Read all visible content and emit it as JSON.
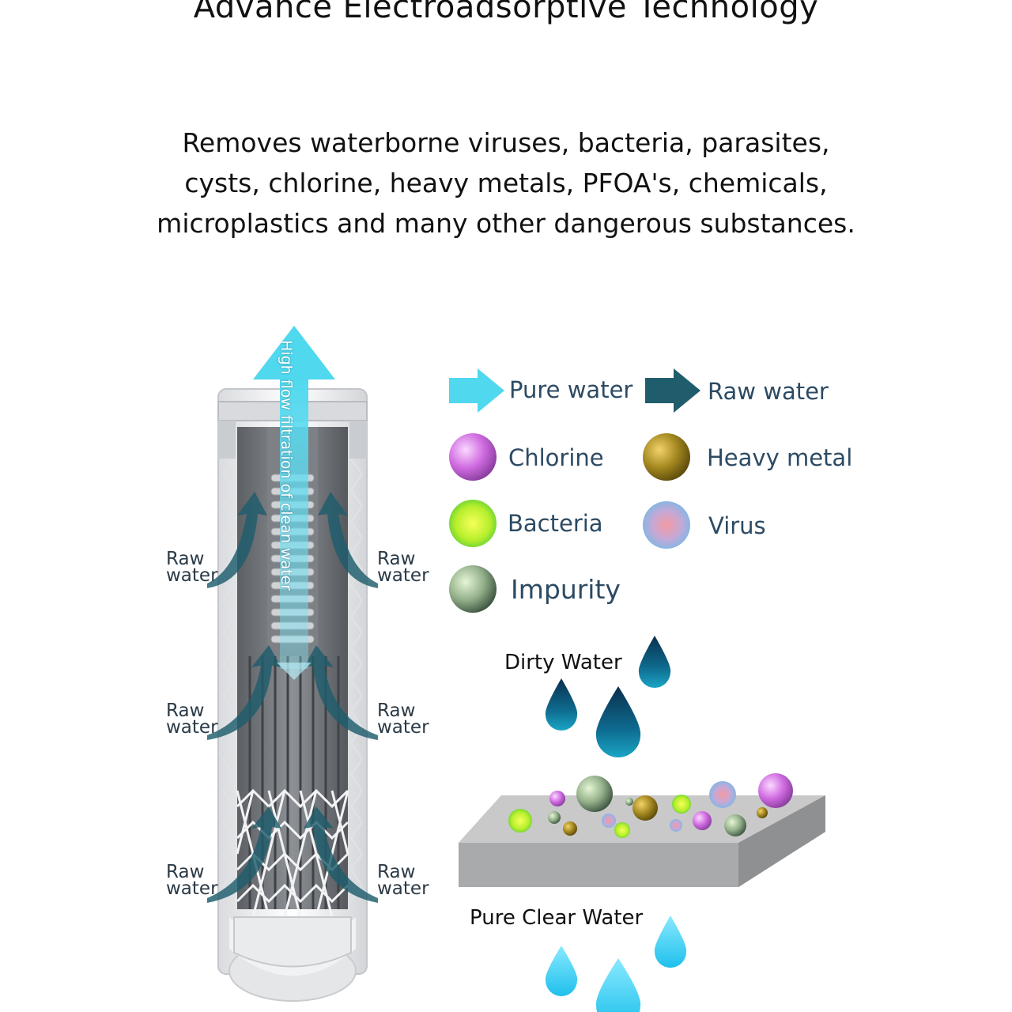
{
  "title": "Advance Electroadsorptive Technology",
  "description": [
    "Removes waterborne viruses, bacteria, parasites,",
    "cysts, chlorine, heavy metals, PFOA's, chemicals,",
    "microplastics and many other dangerous substances."
  ],
  "filter": {
    "flow_label": "High flow filtration of clean water",
    "raw_water_line1": "Raw",
    "raw_water_line2": "water"
  },
  "legend": {
    "pure_water": "Pure water",
    "raw_water": "Raw water",
    "chlorine": "Chlorine",
    "heavy_metal": "Heavy metal",
    "bacteria": "Bacteria",
    "virus": "Virus",
    "impurity": "Impurity"
  },
  "diagram": {
    "dirty_water": "Dirty Water",
    "pure_clear_water": "Pure Clear Water"
  },
  "colors": {
    "pure_water": "#4fd8ee",
    "raw_water": "#1f5d6c",
    "chlorine": "#c55fd6",
    "heavy_metal": "#9c8323",
    "bacteria": "#8fe22a",
    "virus": "#8fb6e6",
    "impurity": "#7f9f74",
    "dirty_drop": "#0f5f86",
    "clean_drop": "#36c6ec"
  }
}
